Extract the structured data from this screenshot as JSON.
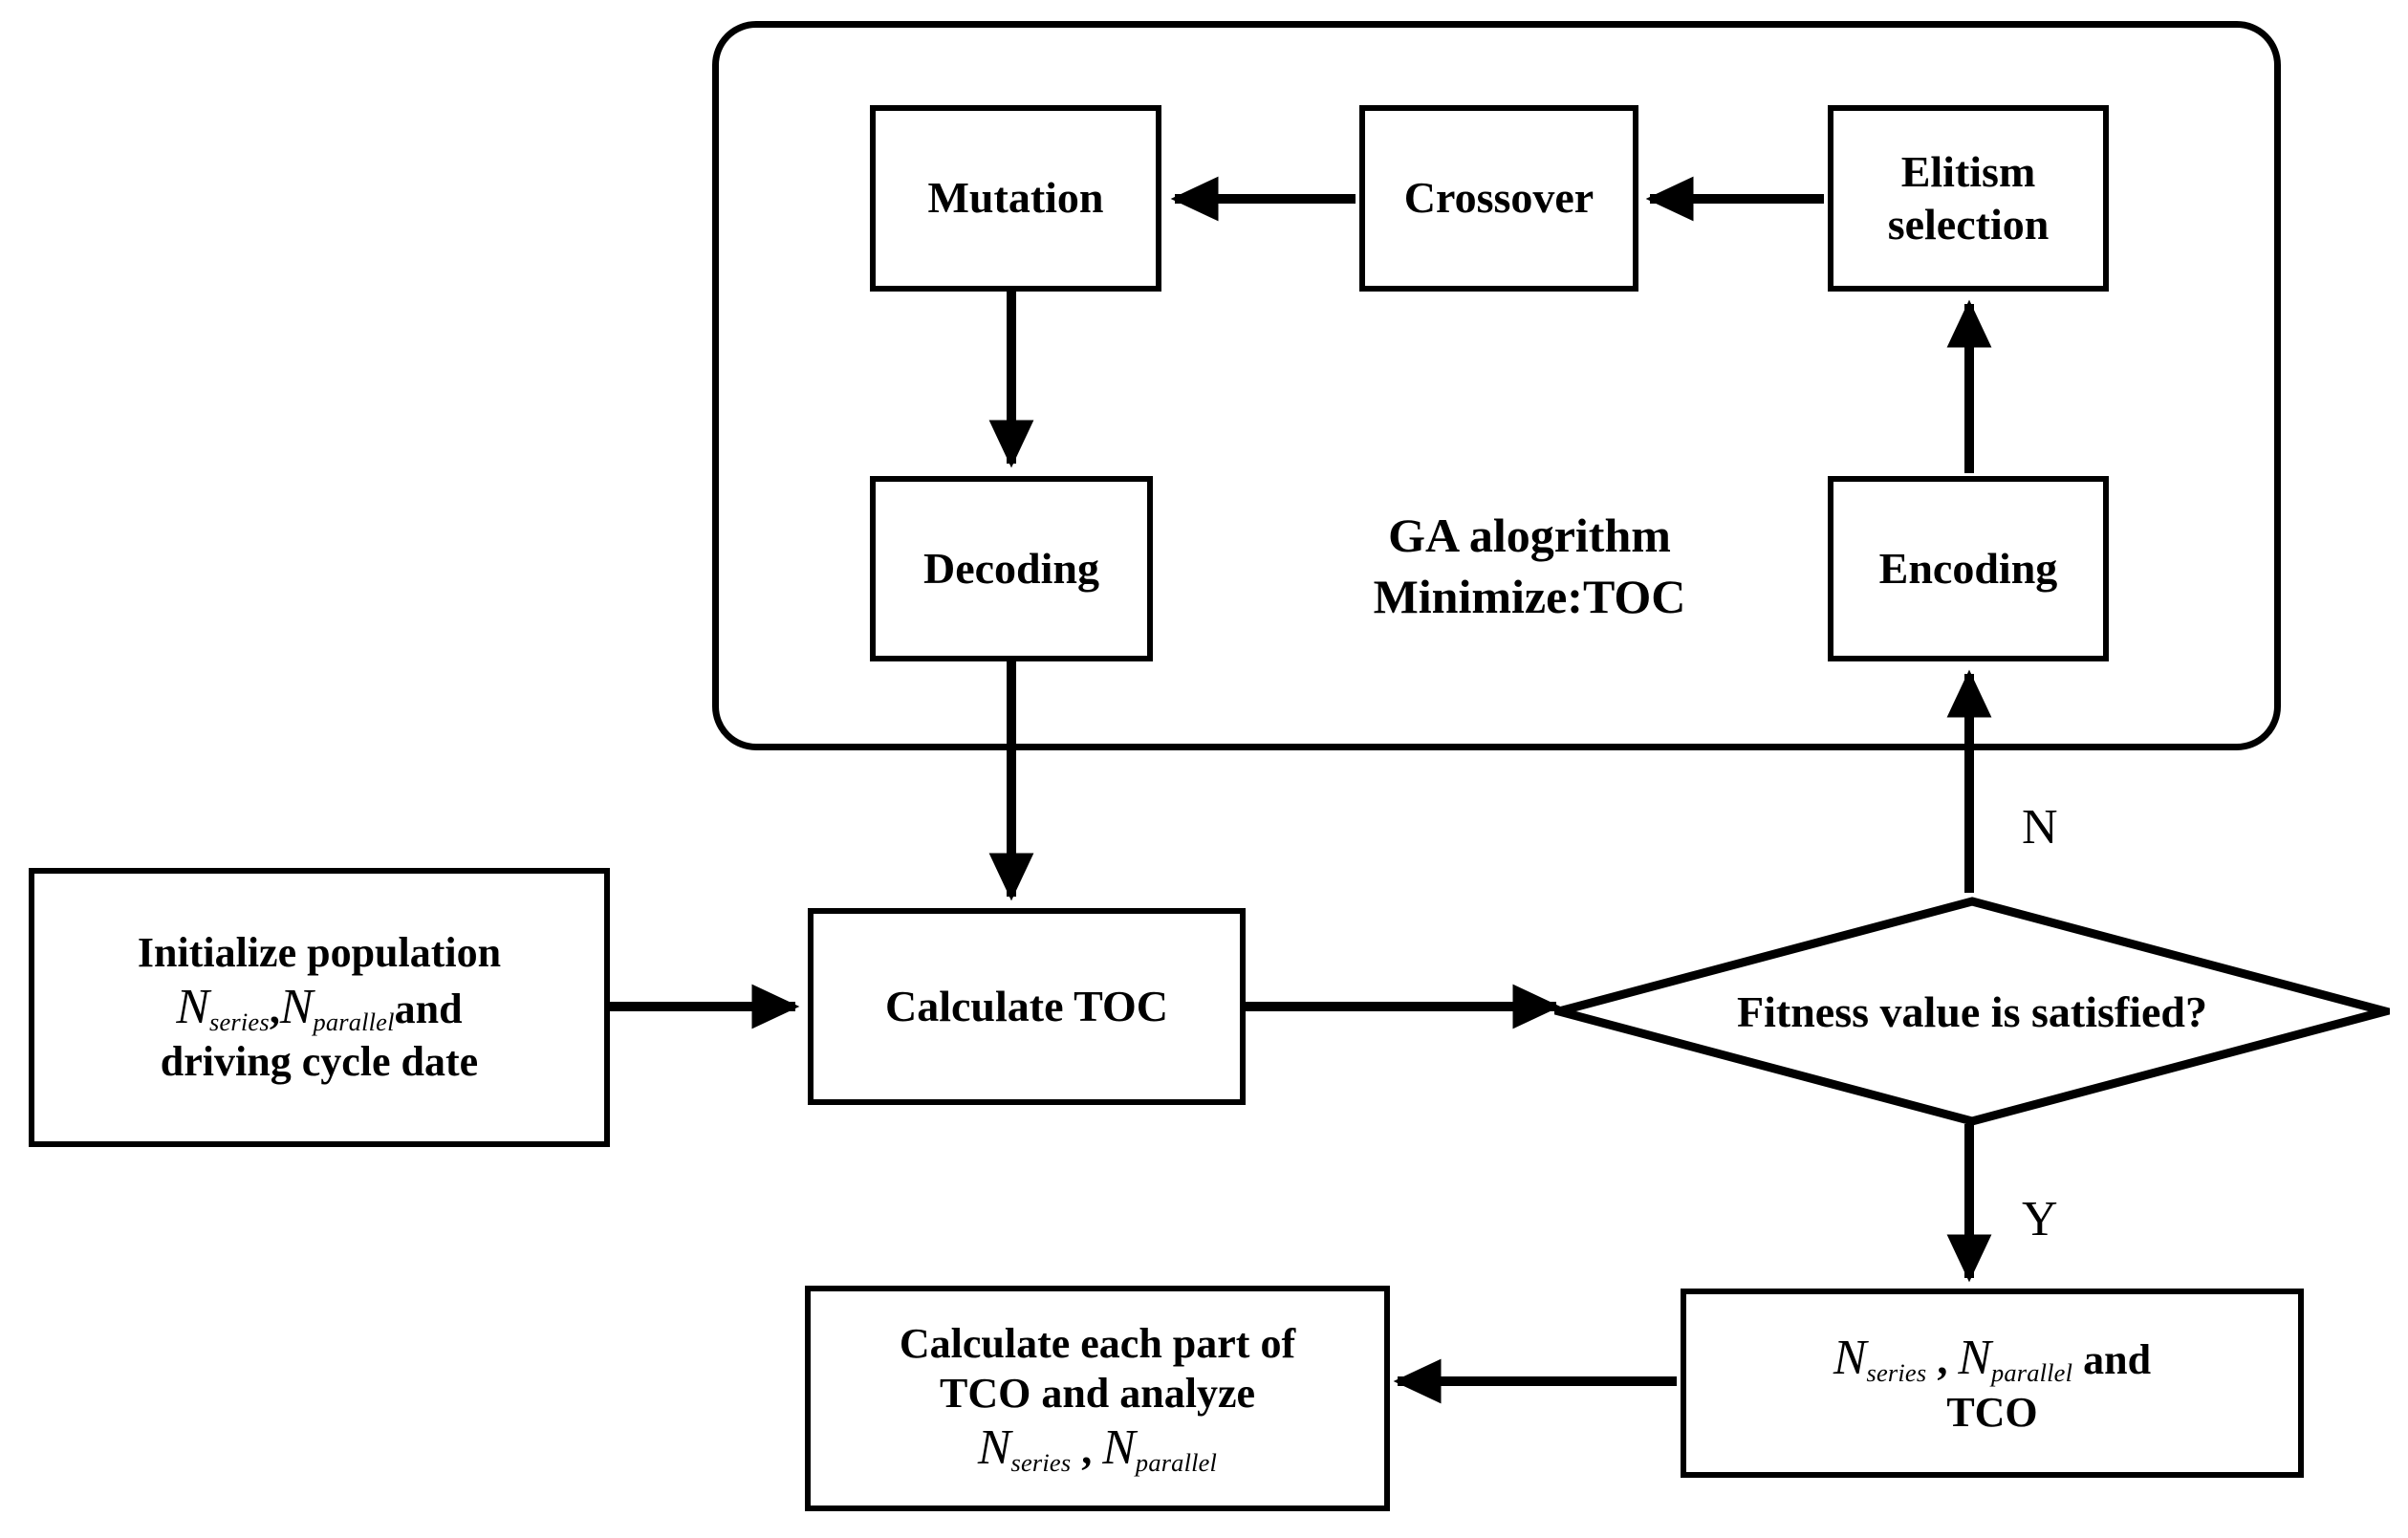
{
  "diagram": {
    "title": "GA algorithm TCO optimization flowchart",
    "type": "flowchart",
    "stroke_color": "#000000",
    "background_color": "#ffffff"
  },
  "ga_group": {
    "caption_line1": "GA alogrithm",
    "caption_line2": "Minimize:TOC"
  },
  "nodes": {
    "mutation": {
      "label": "Mutation"
    },
    "crossover": {
      "label": "Crossover"
    },
    "elitism": {
      "label_line1": "Elitism",
      "label_line2": "selection"
    },
    "decoding": {
      "label": "Decoding"
    },
    "encoding": {
      "label": "Encoding"
    },
    "initialize": {
      "line1": "Initialize population",
      "line2_prefix": "",
      "var1": "N",
      "var1_sub": "series",
      "separator": ",",
      "var2": "N",
      "var2_sub": "parallel",
      "line2_suffix": "and",
      "line3": "driving cycle date"
    },
    "calculate_toc": {
      "label": "Calculate TOC"
    },
    "decision": {
      "label": "Fitness value is satisfied?"
    },
    "result": {
      "var1": "N",
      "var1_sub": "series",
      "separator": ",",
      "var2": "N",
      "var2_sub": "parallel",
      "suffix": "and",
      "line2": "TCO"
    },
    "analyze": {
      "line1": "Calculate each part of",
      "line2": "TCO and analyze",
      "var1": "N",
      "var1_sub": "series",
      "separator": ",",
      "var2": "N",
      "var2_sub": "parallel"
    }
  },
  "branches": {
    "no_label": "N",
    "yes_label": "Y"
  }
}
